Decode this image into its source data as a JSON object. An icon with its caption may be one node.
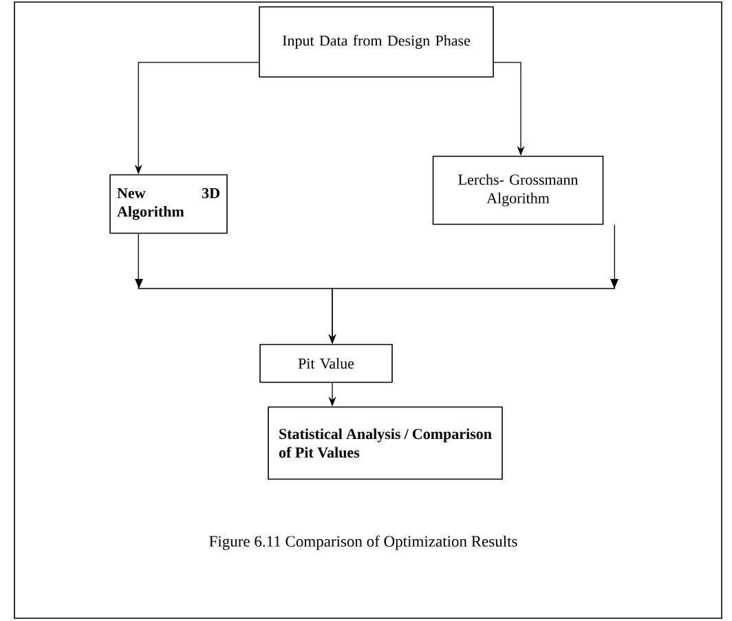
{
  "diagram": {
    "caption": "Figure 6.11 Comparison of Optimization Results",
    "nodes": [
      {
        "text": [
          "Input Data from Design Phase"
        ]
      },
      {
        "text": [
          "New 3D Algorithm"
        ]
      },
      {
        "text": [
          "Lerchs- Grossmann Algorithm"
        ]
      },
      {
        "text": [
          "Pit Value"
        ]
      },
      {
        "text": [
          "Statistical Analysis / Comparison of Pit Values"
        ]
      }
    ],
    "edges": [
      {
        "from": 0,
        "to": 1,
        "arrow": "to"
      },
      {
        "from": 0,
        "to": 2,
        "arrow": "to"
      },
      {
        "from": 1,
        "to": 3,
        "arrow": "to"
      },
      {
        "from": 2,
        "to": 3,
        "arrow": "to"
      },
      {
        "from": 3,
        "to": 4,
        "arrow": "to"
      }
    ]
  }
}
